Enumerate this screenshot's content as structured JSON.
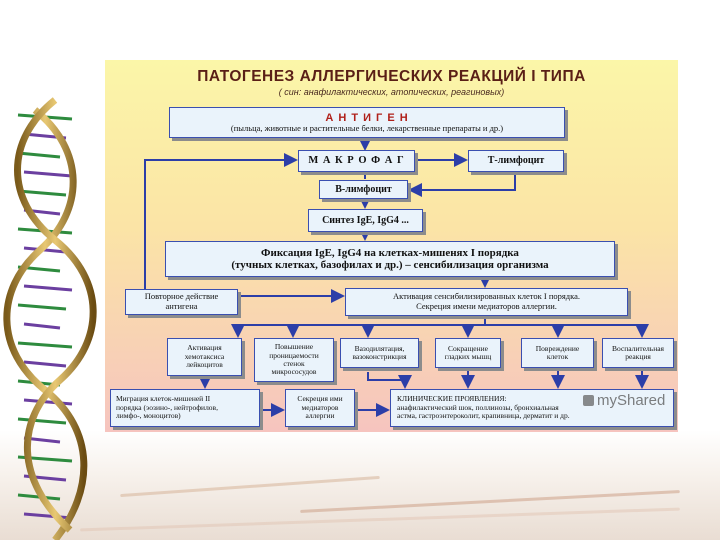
{
  "slide": {
    "watermark": "myShared"
  },
  "diagram": {
    "title": "ПАТОГЕНЕЗ  АЛЛЕРГИЧЕСКИХ  РЕАКЦИЙ  I  ТИПА",
    "subtitle": "( син: анафилактических, атопических, реагиновых)",
    "nodes": {
      "antigen": {
        "line1": "А Н Т И Г Е Н",
        "line2": "(пыльца, животные и растительные белки, лекарственные препараты и др.)"
      },
      "macrophage": {
        "text": "М А К Р О Ф А Г"
      },
      "t_lymphocyte": {
        "text": "Т-лимфоцит"
      },
      "b_lymphocyte": {
        "text": "В-лимфоцит"
      },
      "synthesis": {
        "text": "Синтез  IgE, IgG4 ..."
      },
      "fixation": {
        "line1": "Фиксация IgE, IgG4   на клетках-мишенях I порядка",
        "line2": "(тучных клетках, базофилах и др.) – сенсибилизация организма"
      },
      "repeat_antigen": {
        "line1": "Повторное действие",
        "line2": "антигена"
      },
      "activation": {
        "line1": "Активация сенсибилизированных клеток I порядка.",
        "line2": "Секреция имени медиаторов аллергии."
      },
      "effects": [
        {
          "line1": "Активация",
          "line2": "хемотаксиса",
          "line3": "лейкоцитов"
        },
        {
          "line1": "Повышение",
          "line2": "проницаемости",
          "line3": "стенок",
          "line4": "микрососудов"
        },
        {
          "line1": "Вазодилятация,",
          "line2": "вазоконстрикция"
        },
        {
          "line1": "Сокращение",
          "line2": "гладких мышц"
        },
        {
          "line1": "Повреждение",
          "line2": "клеток"
        },
        {
          "line1": "Воспалительная",
          "line2": "реакция"
        }
      ],
      "migration": {
        "line1": "Миграция клеток-мишеней II",
        "line2": "порядка (эозино-, нейтрофилов,",
        "line3": "лимфо-, моноцитов)"
      },
      "secretion2": {
        "line1": "Секреция ими",
        "line2": "медиаторов",
        "line3": "аллергии"
      },
      "clinical": {
        "line1": "КЛИНИЧЕСКИЕ ПРОЯВЛЕНИЯ:",
        "line2": "анафилактический шок, поллинозы, бронхиальная",
        "line3": "астма, гастроэнтероколит, крапивница, дерматит и др."
      }
    }
  }
}
